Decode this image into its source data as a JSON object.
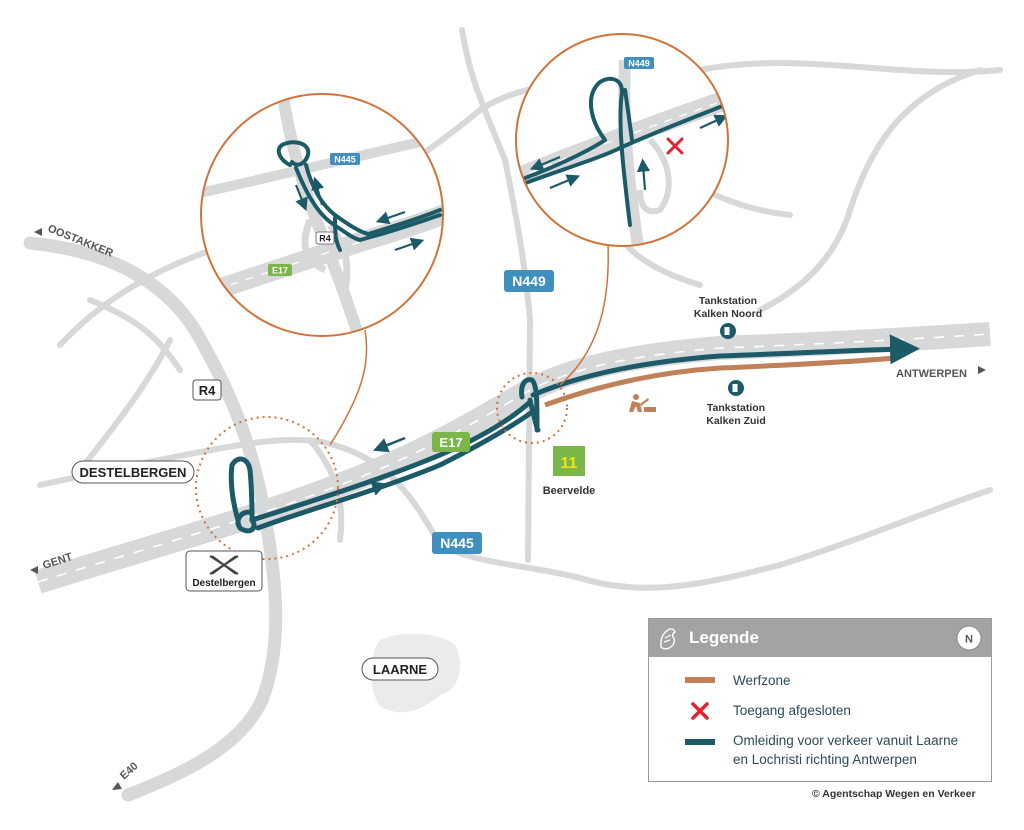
{
  "places": {
    "oostakker": "OOSTAKKER",
    "destelbergen": "DESTELBERGEN",
    "gent": "GENT",
    "e40": "E40",
    "laarne": "LAARNE",
    "antwerpen": "ANTWERPEN",
    "beervelde": "Beervelde"
  },
  "road_labels": {
    "r4": "R4",
    "e17": "E17",
    "n449": "N449",
    "n445": "N445",
    "exit_number": "11",
    "closed_exit": "Destelbergen"
  },
  "inset_left": {
    "n445": "N445",
    "r4": "R4",
    "e17": "E17"
  },
  "inset_right": {
    "n449": "N449"
  },
  "stations": {
    "north_line1": "Tankstation",
    "north_line2": "Kalken Noord",
    "south_line1": "Tankstation",
    "south_line2": "Kalken Zuid"
  },
  "legend": {
    "title": "Legende",
    "north_letter": "N",
    "werfzone": "Werfzone",
    "closed": "Toegang afgesloten",
    "detour_line1": "Omleiding voor verkeer vanuit Laarne",
    "detour_line2": "en Lochristi richting Antwerpen"
  },
  "copyright": "© Agentschap Wegen en Verkeer",
  "colors": {
    "road": "#d7d8d9",
    "detour": "#1c5a68",
    "worksite": "#c0805a",
    "closed": "#e2232a",
    "inset_border": "#d0733a",
    "blue_sign": "#3f8fbf",
    "green_sign": "#7ab648"
  }
}
